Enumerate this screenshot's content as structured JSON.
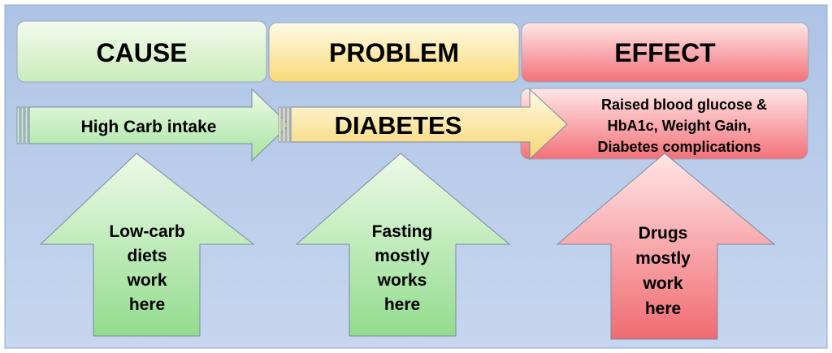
{
  "headers": {
    "cause": "CAUSE",
    "problem": "PROBLEM",
    "effect": "EFFECT"
  },
  "flow": {
    "cause_label": "High Carb intake",
    "problem_label": "DIABETES",
    "effect_lines": [
      "Raised blood glucose &",
      "HbA1c, Weight Gain,",
      "Diabetes complications"
    ]
  },
  "interventions": {
    "cause_lines": [
      "Low-carb",
      "diets",
      "work",
      "here"
    ],
    "problem_lines": [
      "Fasting",
      "mostly",
      "works",
      "here"
    ],
    "effect_lines": [
      "Drugs",
      "mostly",
      "work",
      "here"
    ]
  },
  "colors": {
    "background_top": "#c2d4ec",
    "background_bottom": "#a9c2e4",
    "green_light": "#f0fbe8",
    "green": "#9fe09a",
    "yellow_light": "#fffbe8",
    "yellow": "#f8d675",
    "red_light": "#ffe4e4",
    "red": "#f06b72"
  }
}
